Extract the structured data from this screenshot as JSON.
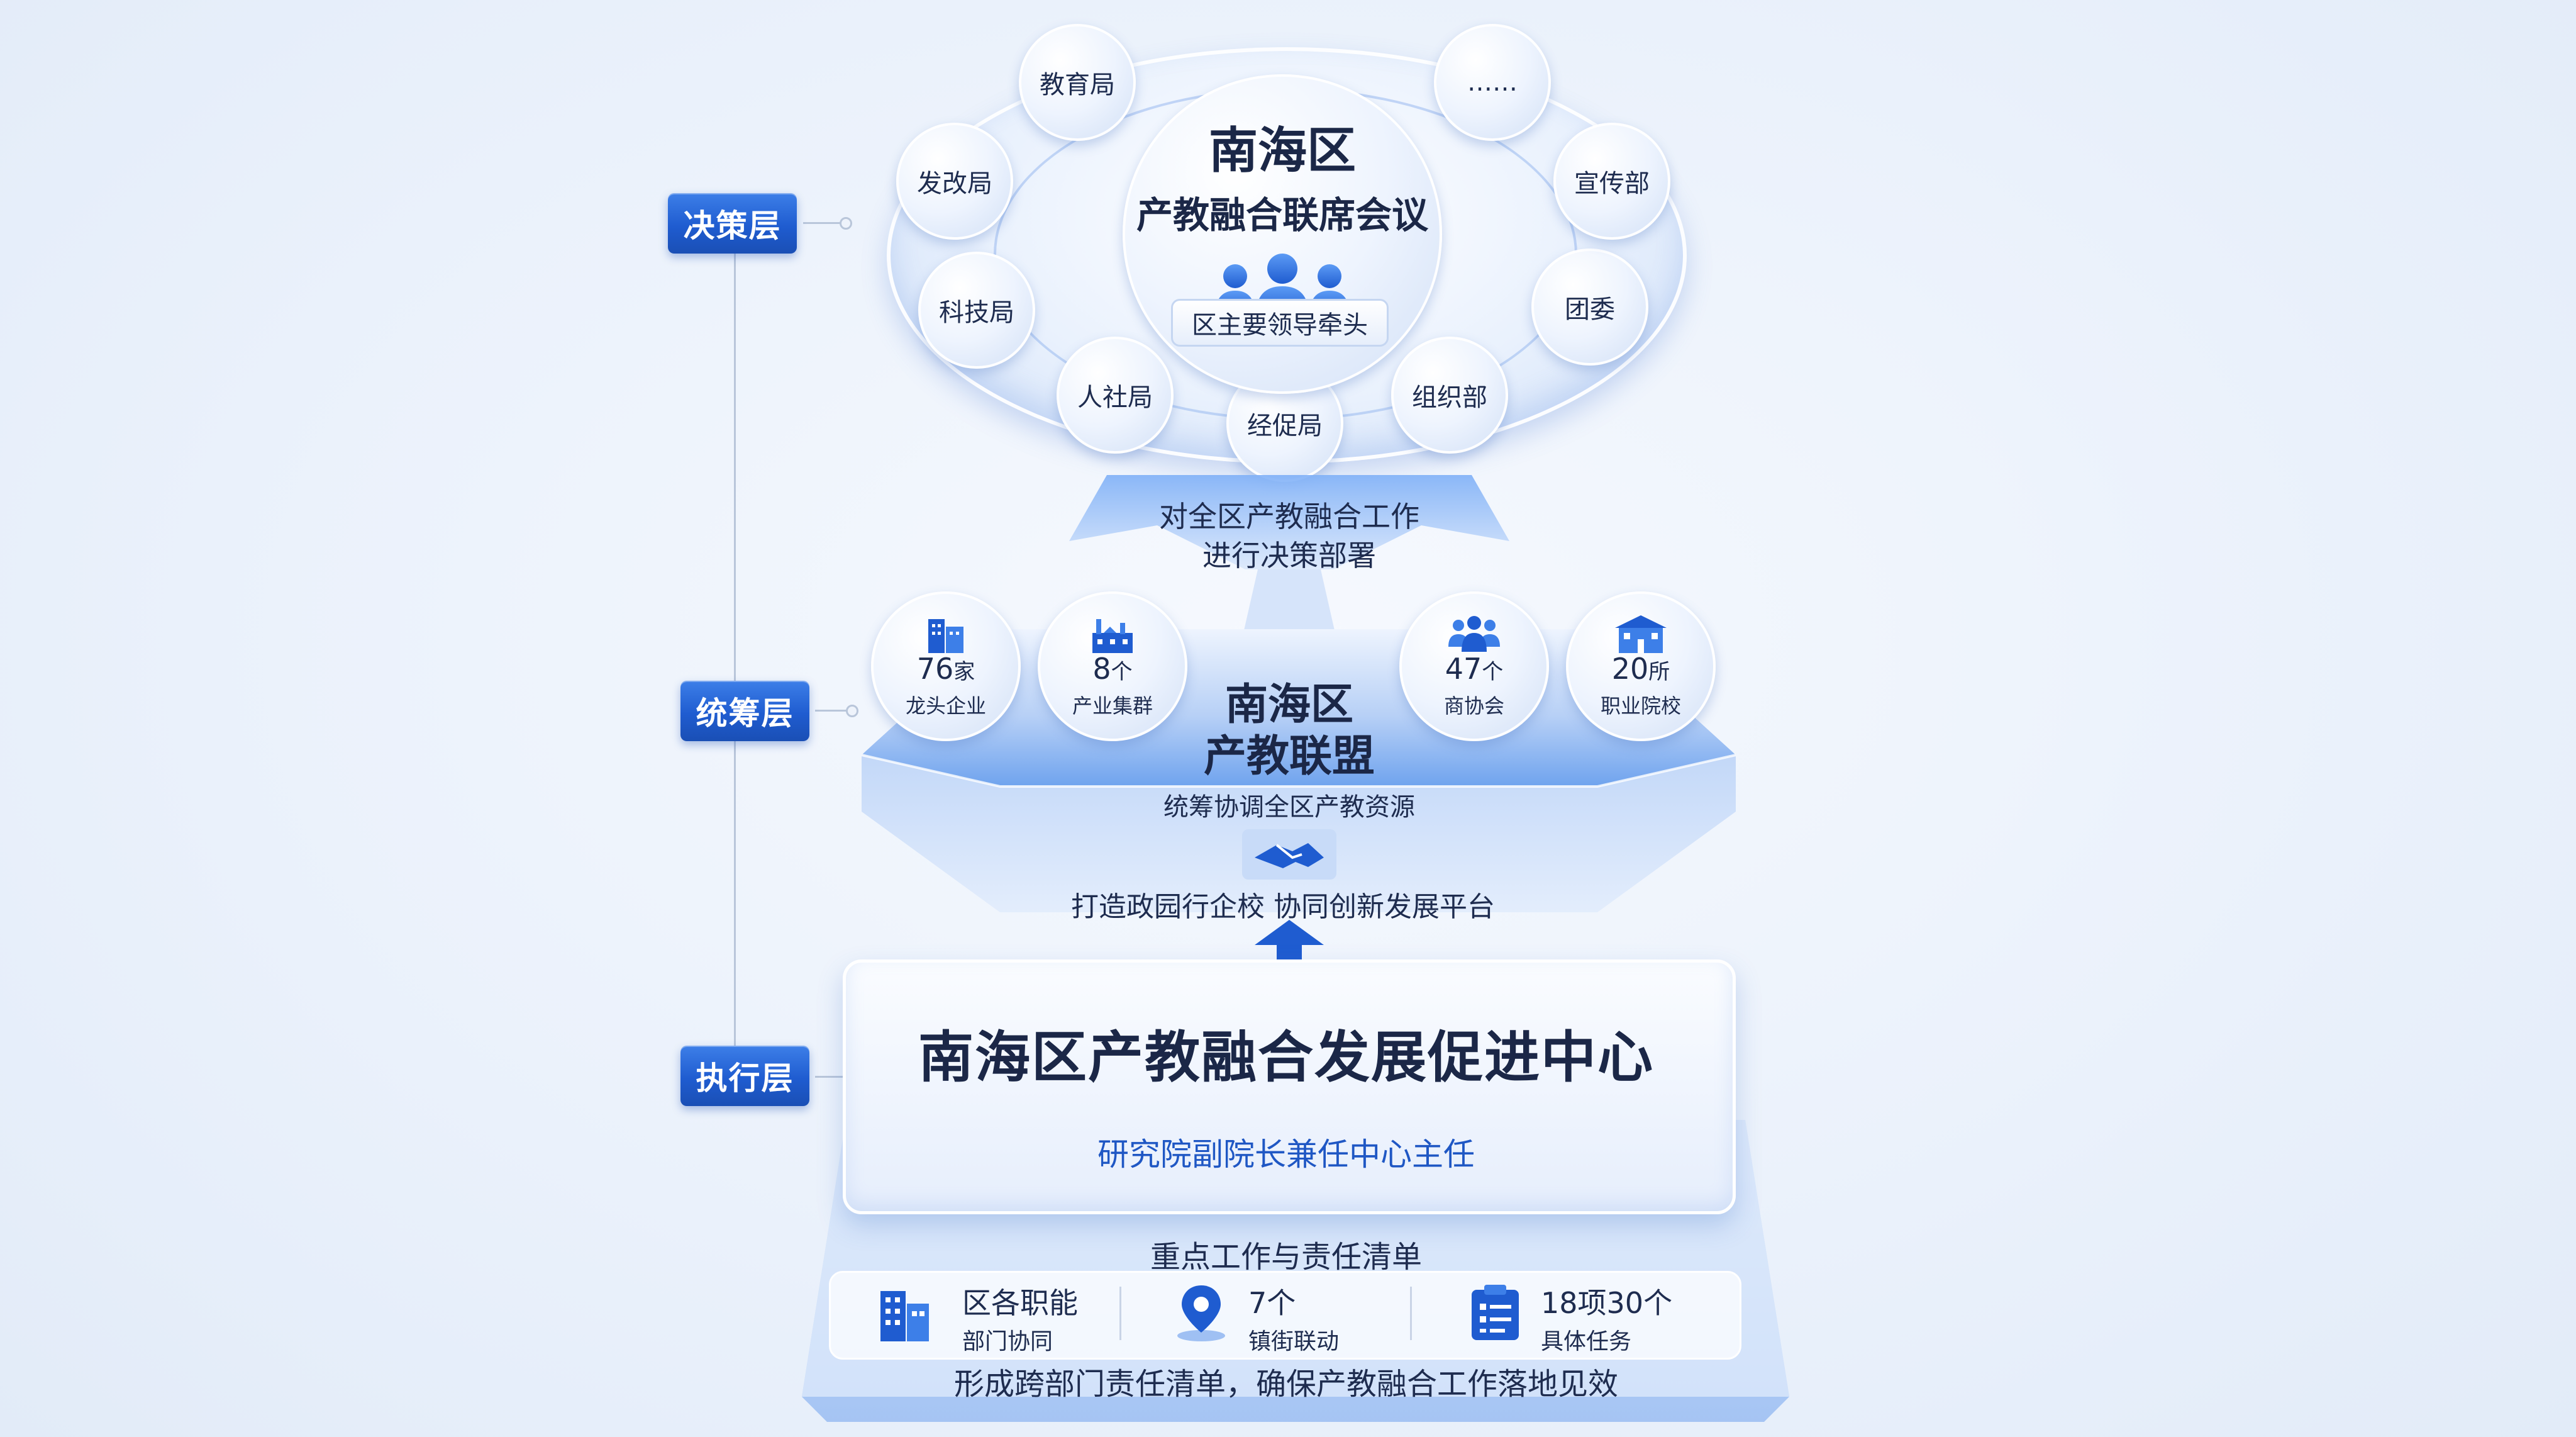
{
  "layers": {
    "decision": "决策层",
    "coordination": "统筹层",
    "execution": "执行层"
  },
  "decision": {
    "title1": "南海区",
    "title2": "产教融合联席会议",
    "lead": "区主要领导牵头",
    "departments": [
      "教育局",
      "发改局",
      "科技局",
      "人社局",
      "经促局",
      "组织部",
      "团委",
      "宣传部",
      "……"
    ],
    "deploy_line1": "对全区产教融合工作",
    "deploy_line2": "进行决策部署"
  },
  "alliance": {
    "title1": "南海区",
    "title2": "产教联盟",
    "subtitle": "统筹协调全区产教资源",
    "platform": "打造政园行企校 协同创新发展平台",
    "resources": [
      {
        "num": "76",
        "unit": "家",
        "label": "龙头企业",
        "icon": "building-icon"
      },
      {
        "num": "8",
        "unit": "个",
        "label": "产业集群",
        "icon": "factory-icon"
      },
      {
        "num": "47",
        "unit": "个",
        "label": "商协会",
        "icon": "people-icon"
      },
      {
        "num": "20",
        "unit": "所",
        "label": "职业院校",
        "icon": "school-icon"
      }
    ]
  },
  "center": {
    "title": "南海区产教融合发展促进中心",
    "subtitle": "研究院副院长兼任中心主任"
  },
  "worklist": {
    "title": "重点工作与责任清单",
    "items": [
      {
        "main": "区各职能",
        "sub": "部门协同",
        "icon": "office-building-icon"
      },
      {
        "main": "7个",
        "sub": "镇街联动",
        "icon": "location-pin-icon"
      },
      {
        "main": "18项30个",
        "sub": "具体任务",
        "icon": "clipboard-list-icon"
      }
    ],
    "footer": "形成跨部门责任清单，确保产教融合工作落地见效"
  },
  "colors": {
    "accent": "#1f5cd0",
    "text": "#1e2c4f",
    "highlight": "#1f57c4"
  }
}
